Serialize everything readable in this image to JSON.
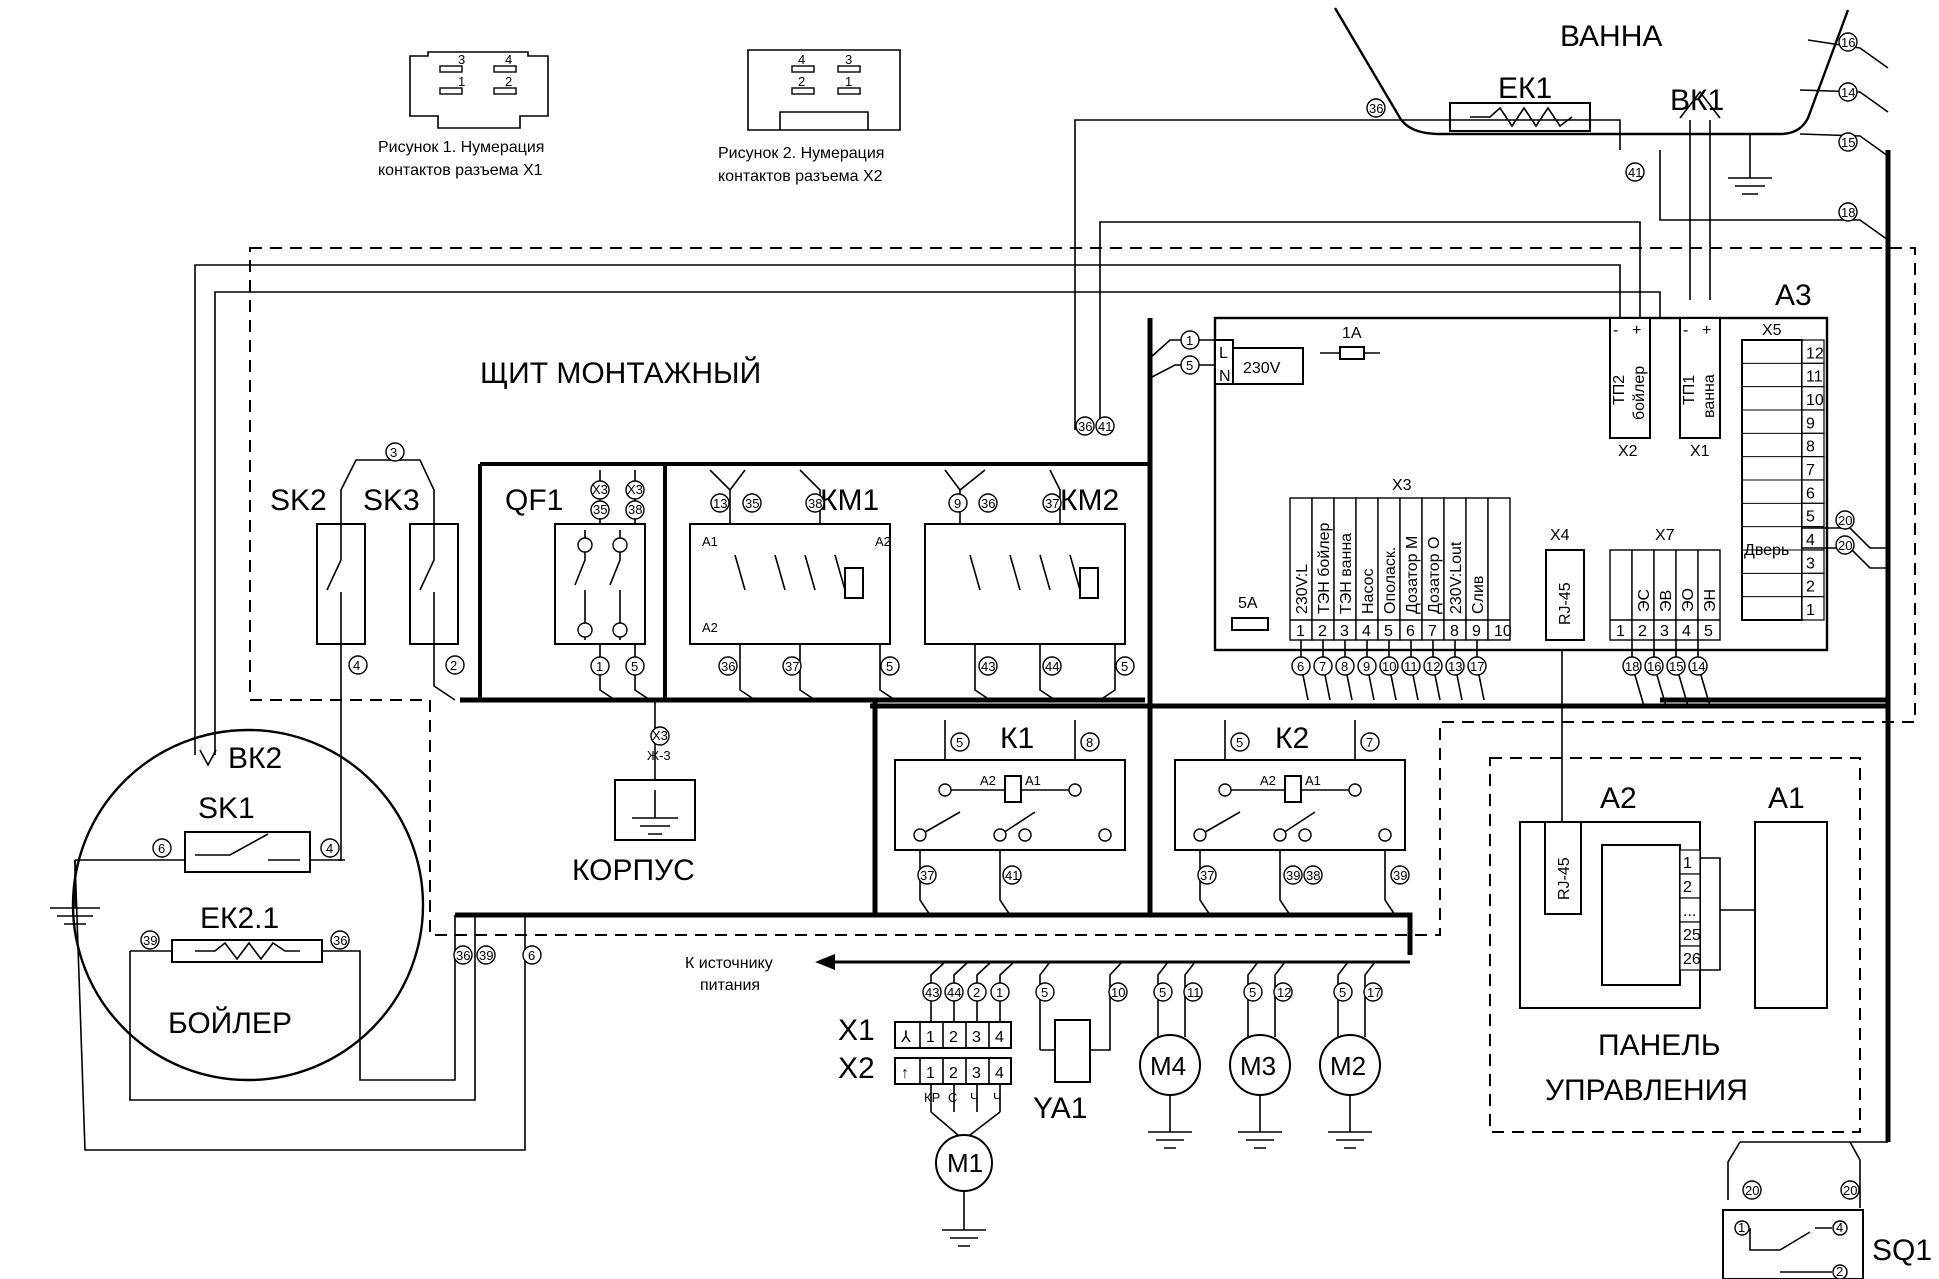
{
  "labels": {
    "bath": "ВАННА",
    "ek1": "ЕК1",
    "bk1": "ВК1",
    "panel_title": "ЩИТ МОНТАЖНЫЙ",
    "sk2": "SK2",
    "sk3": "SK3",
    "qf1": "QF1",
    "km1": "КМ1",
    "km2": "КМ2",
    "a3": "А3",
    "k1": "К1",
    "k2": "К2",
    "bk2": "ВК2",
    "sk1": "SK1",
    "ek21": "ЕК2.1",
    "boiler": "БОЙЛЕР",
    "korpus": "КОРПУС",
    "a2": "А2",
    "a1": "А1",
    "control_panel_1": "ПАНЕЛЬ",
    "control_panel_2": "УПРАВЛЕНИЯ",
    "sq1": "SQ1",
    "x1": "X1",
    "x2": "X2",
    "ya1": "YA1",
    "m1": "M1",
    "m2": "M2",
    "m3": "M3",
    "m4": "M4",
    "to_source_1": "К источнику",
    "to_source_2": "питания",
    "fig1_1": "Рисунок 1. Нумерация",
    "fig1_2": "контактов разъема X1",
    "fig2_1": "Рисунок 2. Нумерация",
    "fig2_2": "контактов разъема X2",
    "v230": "230V",
    "fuse1a": "1А",
    "fuse5a": "5А",
    "x3": "X3",
    "x4": "X4",
    "x5": "X5",
    "x7": "X7",
    "x3_zh": "Ж-3",
    "x3_short": "X3",
    "rj45": "RJ-45",
    "door": "Дверь",
    "tp2": "ТП2",
    "tp2b": "бойлер",
    "tp1": "ТП1",
    "tp1b": "ванна",
    "x2_small": "X2",
    "x1_small": "X1",
    "x1_kr": "КР",
    "x1_c": "С",
    "x1_ch1": "Ч",
    "x1_ch2": "Ч"
  },
  "x3_terminals": [
    "230V:L",
    "ТЭН бойлер",
    "ТЭН ванна",
    "Насос",
    "Ополаск.",
    "Дозатор М",
    "Дозатор О",
    "230V:Lout",
    "Слив"
  ],
  "x7_terminals": [
    "ЭС",
    "ЭВ",
    "ЭО",
    "ЭН"
  ],
  "x3_wires": [
    "6",
    "7",
    "8",
    "9",
    "10",
    "11",
    "12",
    "13",
    "17"
  ],
  "x7_wires": [
    "18",
    "16",
    "15",
    "14"
  ],
  "x5_rows": [
    "12",
    "11",
    "10",
    "9",
    "8",
    "7",
    "6",
    "5",
    "4",
    "3",
    "2",
    "1"
  ],
  "a2_pins": [
    "1",
    "2",
    "...",
    "25",
    "26"
  ]
}
